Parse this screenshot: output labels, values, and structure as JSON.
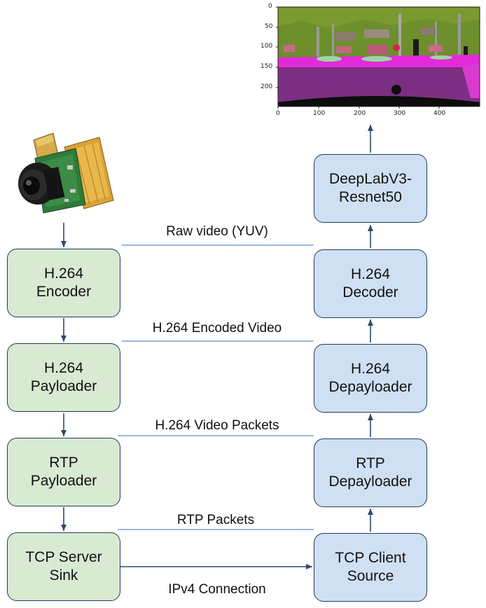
{
  "left_chain": [
    {
      "line1": "H.264",
      "line2": "Encoder"
    },
    {
      "line1": "H.264",
      "line2": "Payloader"
    },
    {
      "line1": "RTP",
      "line2": "Payloader"
    },
    {
      "line1": "TCP Server",
      "line2": "Sink"
    }
  ],
  "right_chain": [
    {
      "line1": "DeepLabV3-",
      "line2": "Resnet50"
    },
    {
      "line1": "H.264",
      "line2": "Decoder"
    },
    {
      "line1": "H.264",
      "line2": "Depayloader"
    },
    {
      "line1": "RTP",
      "line2": "Depayloader"
    },
    {
      "line1": "TCP Client",
      "line2": "Source"
    }
  ],
  "links": {
    "raw_video": "Raw video (YUV)",
    "encoded_video": "H.264 Encoded Video",
    "video_packets": "H.264 Video Packets",
    "rtp_packets": "RTP Packets",
    "connection": "IPv4 Connection"
  },
  "segmentation_plot": {
    "x_ticks": [
      "0",
      "100",
      "200",
      "300",
      "400"
    ],
    "y_ticks": [
      "0",
      "50",
      "100",
      "150",
      "200"
    ]
  },
  "colors": {
    "encoder_fill": "#d9ead3",
    "decoder_fill": "#cfe0f3",
    "box_border": "#1f3b5c",
    "arrow": "#2e4a6b",
    "link_line": "#5b8fc7"
  }
}
